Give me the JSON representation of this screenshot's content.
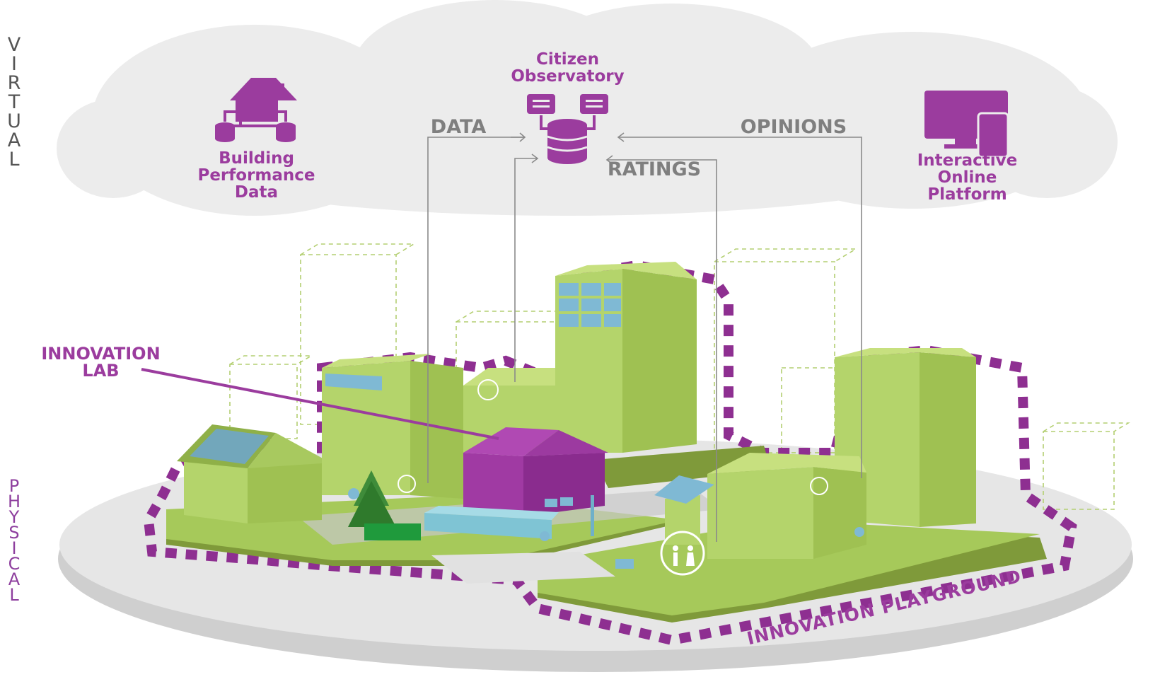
{
  "side": {
    "virtual": [
      "V",
      "I",
      "R",
      "T",
      "U",
      "A",
      "L"
    ],
    "physical": [
      "P",
      "H",
      "Y",
      "S",
      "I",
      "C",
      "A",
      "L"
    ]
  },
  "cloud": {
    "observatory": [
      "Citizen",
      "Observatory"
    ],
    "building": [
      "Building",
      "Performance",
      "Data"
    ],
    "platform": [
      "Interactive",
      "Online",
      "Platform"
    ],
    "data": "DATA",
    "opinions": "OPINIONS",
    "ratings": "RATINGS"
  },
  "ground": {
    "lab": [
      "INNOVATION",
      "LAB"
    ],
    "playground": "INNOVATION PLAYGROUND"
  },
  "colors": {
    "purple": "#9b3c9e",
    "green": "#a6c95a",
    "cloud": "#ececec",
    "platform": "#dcdcdc",
    "grey_text": "#7f7f7f"
  }
}
